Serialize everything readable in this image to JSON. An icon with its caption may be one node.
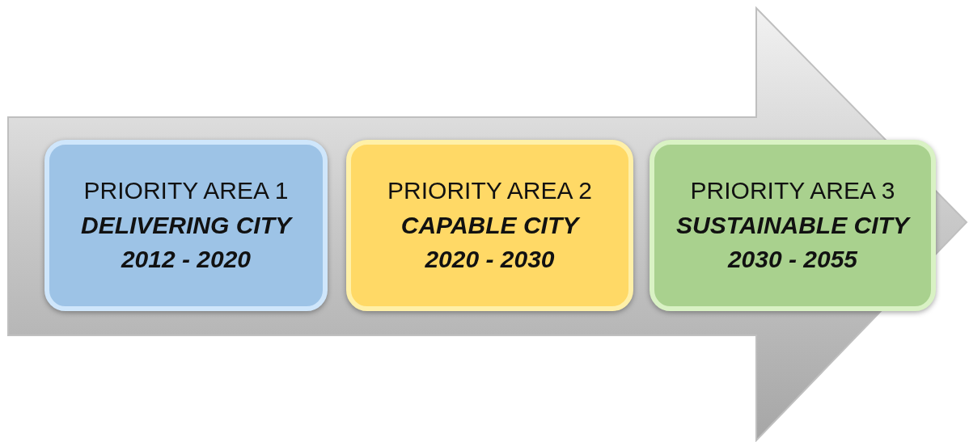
{
  "diagram": {
    "nodes": [
      {
        "text": [
          "PRIORITY AREA 1",
          "DELIVERING CITY",
          "2012 - 2020"
        ]
      },
      {
        "text": [
          "PRIORITY AREA 2",
          "CAPABLE CITY",
          "2020 - 2030"
        ]
      },
      {
        "text": [
          "PRIORITY AREA 3",
          "SUSTAINABLE CITY",
          "2030 - 2055"
        ]
      }
    ]
  }
}
